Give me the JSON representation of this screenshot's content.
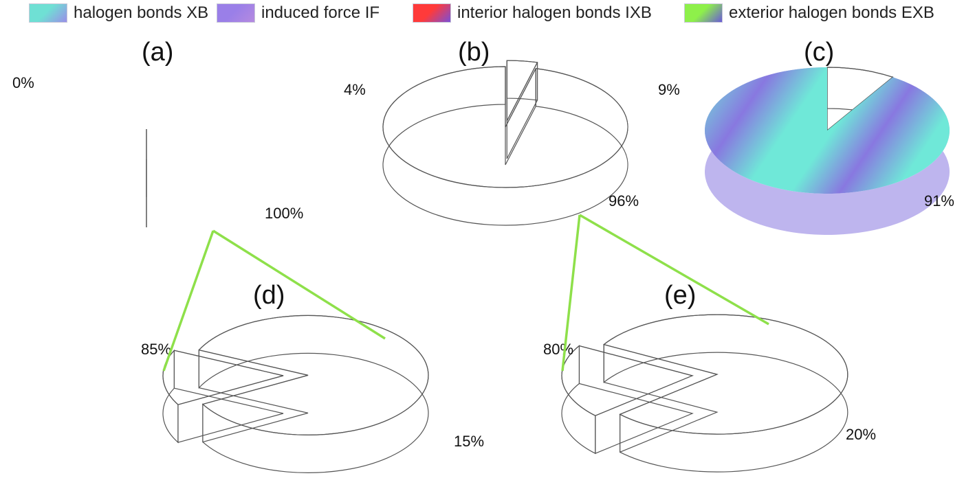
{
  "legend": [
    {
      "label": "halogen bonds XB",
      "colors": [
        "#6fe0d4",
        "#9a8ee8"
      ]
    },
    {
      "label": "induced force IF",
      "colors": [
        "#9a7fe8",
        "#b58ae0"
      ]
    },
    {
      "label": "interior halogen bonds IXB",
      "colors": [
        "#ff3a3a",
        "#7a4fd8"
      ]
    },
    {
      "label": "exterior halogen bonds EXB",
      "colors": [
        "#8ef04a",
        "#6a5ad8"
      ]
    }
  ],
  "colors": {
    "outline": "#555555",
    "connector": "#8ee04a",
    "xb_light": "#6fe8d8",
    "xb_dark": "#8878e0"
  },
  "chart_data": [
    {
      "type": "pie",
      "panel": "(a)",
      "labels": [
        "0%",
        "100%"
      ],
      "values": [
        0,
        100
      ],
      "filled": false
    },
    {
      "type": "pie",
      "panel": "(b)",
      "labels": [
        "4%",
        "96%"
      ],
      "values": [
        4,
        96
      ],
      "filled": false
    },
    {
      "type": "pie",
      "panel": "(c)",
      "labels": [
        "9%",
        "91%"
      ],
      "values": [
        9,
        91
      ],
      "filled": true
    },
    {
      "type": "pie",
      "panel": "(d)",
      "labels": [
        "85%",
        "15%"
      ],
      "values": [
        85,
        15
      ],
      "filled": false
    },
    {
      "type": "pie",
      "panel": "(e)",
      "labels": [
        "80%",
        "20%"
      ],
      "values": [
        80,
        20
      ],
      "filled": false
    }
  ]
}
